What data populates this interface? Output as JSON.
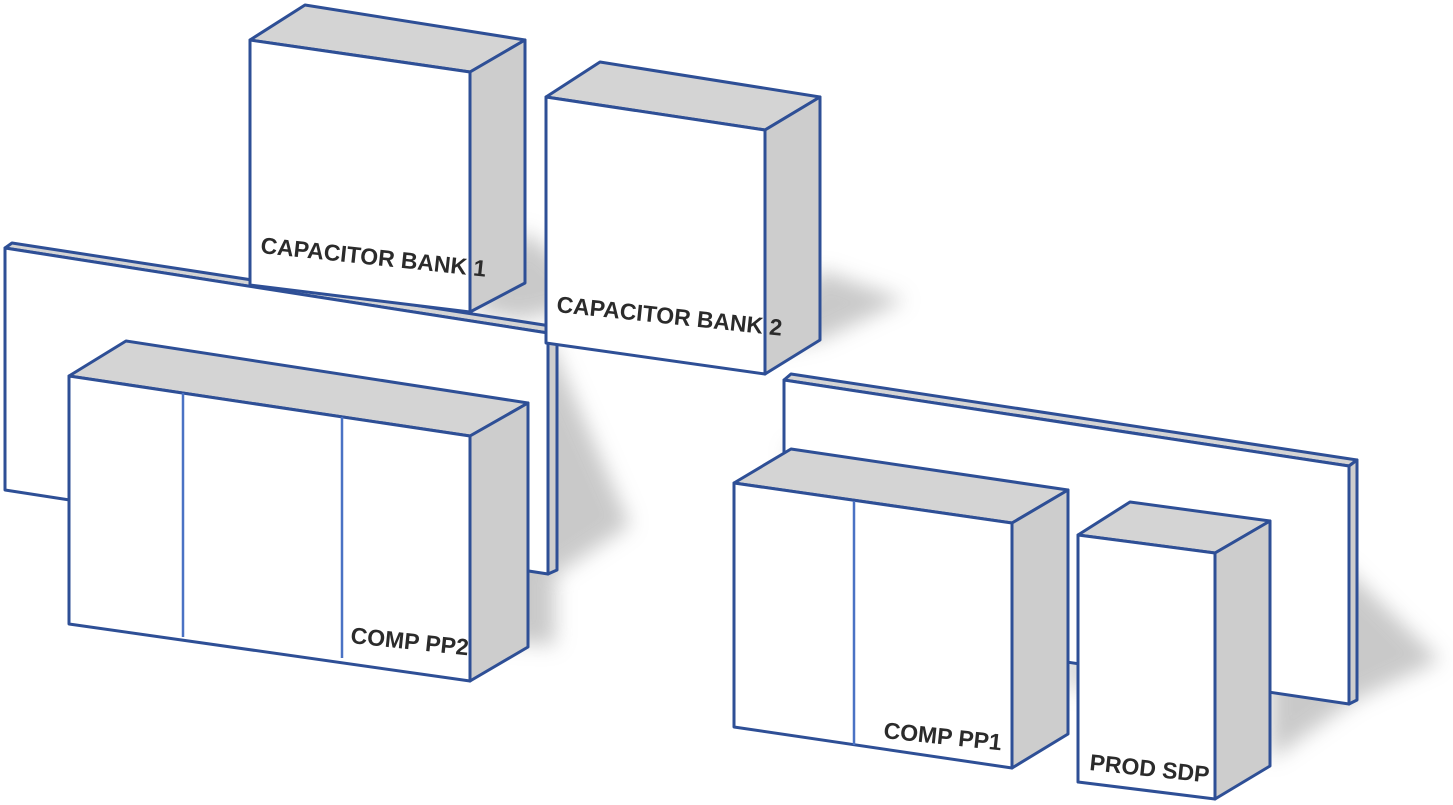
{
  "diagram": {
    "units": [
      {
        "id": "capacitor-bank-1",
        "label": "CAPACITOR BANK 1"
      },
      {
        "id": "capacitor-bank-2",
        "label": "CAPACITOR BANK 2"
      },
      {
        "id": "comp-pp2",
        "label": "COMP PP2"
      },
      {
        "id": "comp-pp1",
        "label": "COMP PP1"
      },
      {
        "id": "prod-sdp",
        "label": "PROD SDP"
      }
    ]
  },
  "colors": {
    "edge": "#2e4f96",
    "front": "#ffffff",
    "side": "#cdcdcd",
    "top": "#d4d4d4",
    "divider": "#4a72c4",
    "label": "#2b2b2b"
  }
}
